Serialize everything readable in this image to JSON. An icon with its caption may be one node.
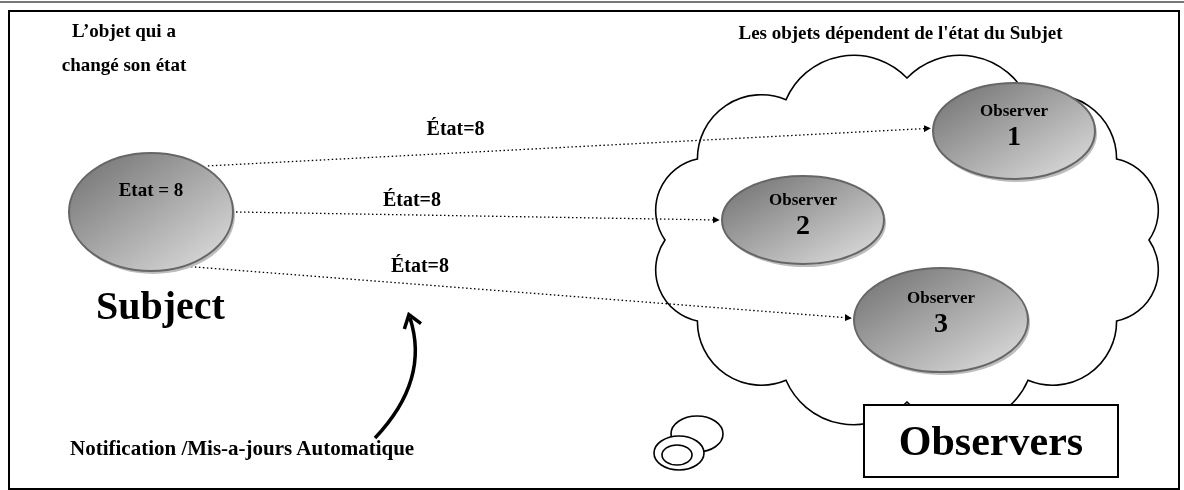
{
  "diagram": {
    "nodes": [
      {
        "text": [
          "Etat = 8"
        ],
        "beside": [
          "Subject"
        ]
      },
      {
        "text": [
          "Les objets dépendent de l'état du Subjet"
        ]
      },
      {
        "text": [
          "Observer",
          "1"
        ],
        "in": 1
      },
      {
        "text": [
          "Observer",
          "2"
        ],
        "in": 1
      },
      {
        "text": [
          "Observer",
          "3"
        ],
        "in": 1
      },
      {
        "text": [
          "Observers"
        ]
      },
      {
        "text": [
          "Notification /Mis-a-jours Automatique"
        ]
      }
    ],
    "edges": [
      {
        "from": 0,
        "to": 2,
        "arrow": "to",
        "label": "État=8",
        "style": "dashed"
      },
      {
        "from": 0,
        "to": 3,
        "arrow": "to",
        "label": "État=8",
        "style": "dashed"
      },
      {
        "from": 0,
        "to": 4,
        "arrow": "to",
        "label": "État=8",
        "style": "dashed"
      },
      {
        "from": 6,
        "to": null,
        "arrow": "to",
        "style": "thick"
      }
    ],
    "labels": [
      "L’objet qui a changé son état"
    ]
  }
}
